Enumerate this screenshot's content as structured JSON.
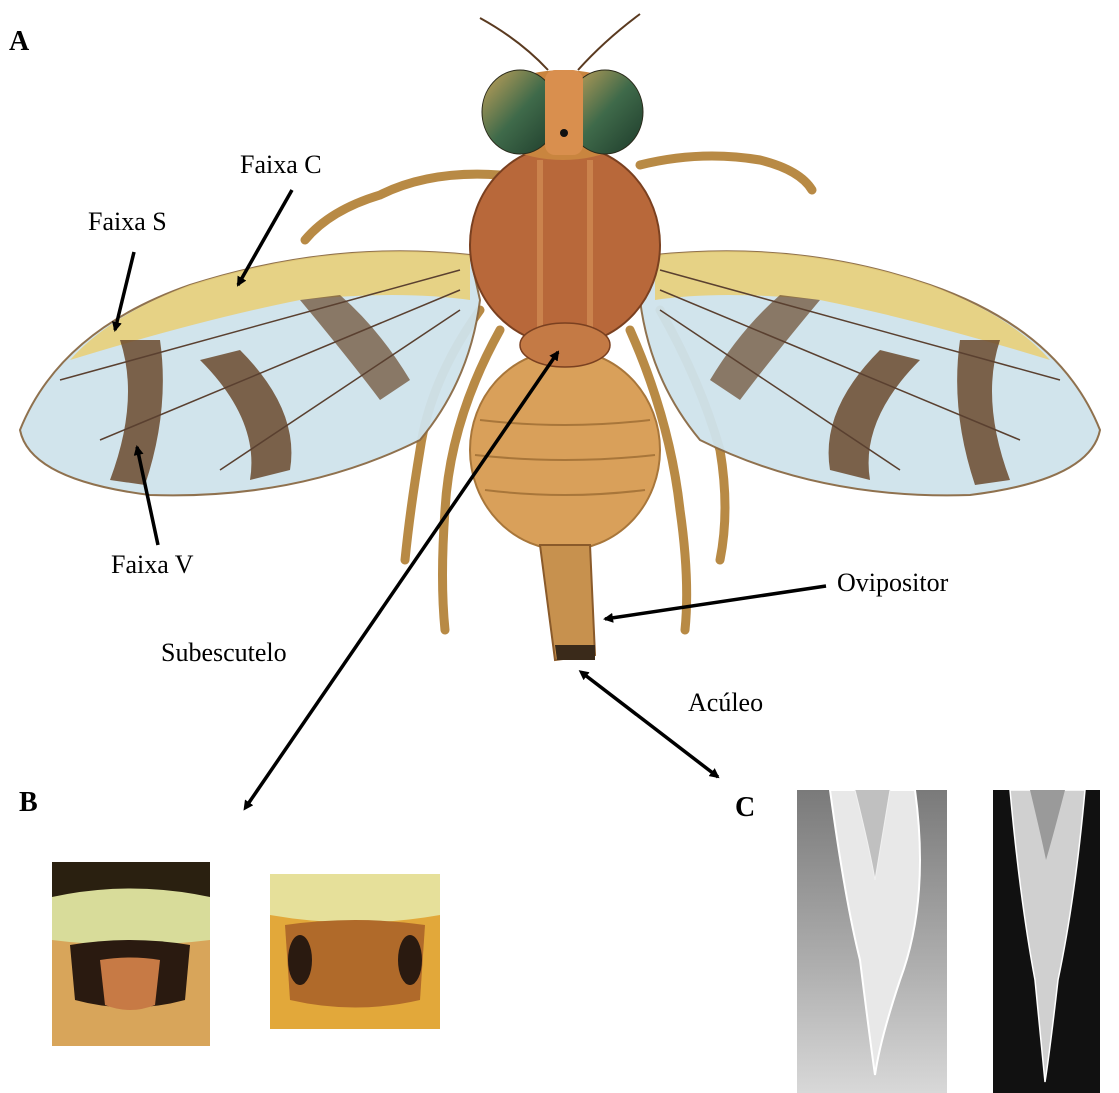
{
  "panels": {
    "a": "A",
    "b": "B",
    "c": "C"
  },
  "labels": {
    "faixa_c": "Faixa C",
    "faixa_s": "Faixa S",
    "faixa_v": "Faixa V",
    "subescutelo": "Subescutelo",
    "ovipositor": "Ovipositor",
    "aculeo": "Acúleo"
  },
  "colors": {
    "body": "#c9853f",
    "thorax": "#b8683a",
    "abdomen": "#d9a05a",
    "wing_band": "#6b4a2e",
    "wing_yellow": "#e8cf7a",
    "wing_membrane": "#cfe3ec",
    "eye": "#3f6a4a",
    "sem_dark_bg": "#111111",
    "sem_light_bg": "#9c9c9c"
  }
}
